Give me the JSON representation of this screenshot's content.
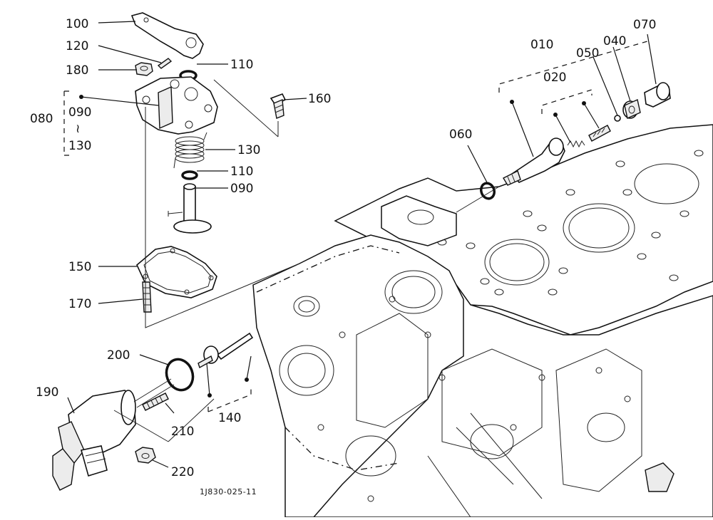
{
  "drawing": {
    "code": "1J830-025-11",
    "callouts": {
      "c100": "100",
      "c120": "120",
      "c180": "180",
      "c110a": "110",
      "c080": "080",
      "c090a": "090",
      "c130a": "130",
      "tilde": "≀",
      "c160": "160",
      "c130": "130",
      "c110b": "110",
      "c090": "090",
      "c150": "150",
      "c170": "170",
      "c200": "200",
      "c190": "190",
      "c210": "210",
      "c140": "140",
      "c220": "220",
      "c010": "010",
      "c020": "020",
      "c050": "050",
      "c040": "040",
      "c070": "070",
      "c060": "060"
    }
  }
}
